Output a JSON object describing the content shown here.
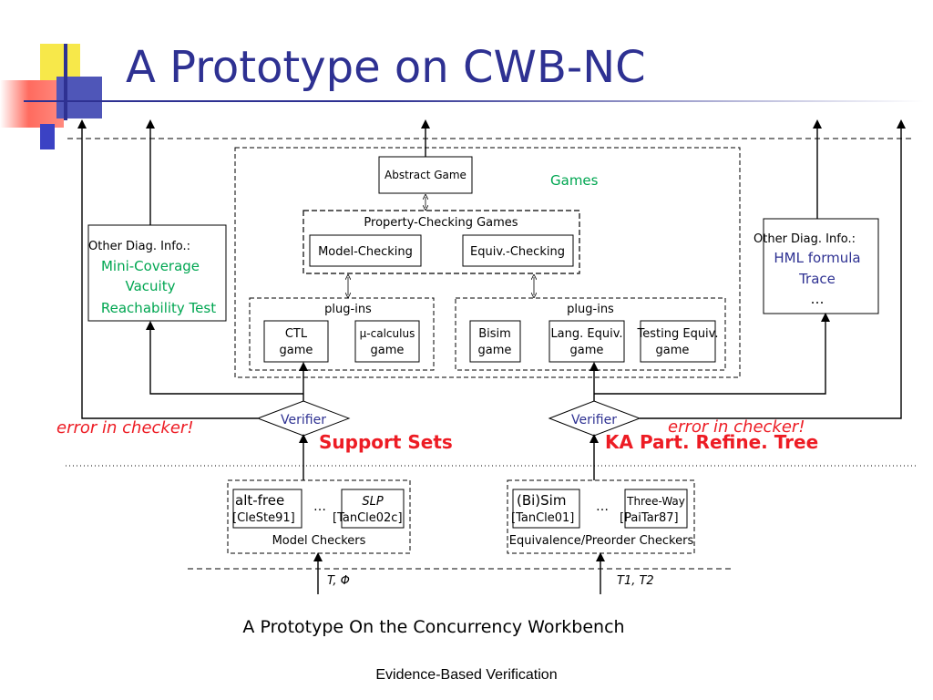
{
  "slide": {
    "title": "A Prototype on CWB-NC",
    "footer": "Evidence-Based Verification"
  },
  "diagram": {
    "abstract_game": "Abstract Game",
    "games_label": "Games",
    "property_checking_games": "Property-Checking Games",
    "model_checking": "Model-Checking",
    "equiv_checking": "Equiv.-Checking",
    "left_plugins": {
      "title": "plug-ins",
      "items": [
        {
          "line1": "CTL",
          "line2": "game"
        },
        {
          "line1": "μ-calculus",
          "line2": "game"
        }
      ]
    },
    "right_plugins": {
      "title": "plug-ins",
      "items": [
        {
          "line1": "Bisim",
          "line2": "game"
        },
        {
          "line1": "Lang. Equiv.",
          "line2": "game"
        },
        {
          "line1": "Testing Equiv.",
          "line2": "game"
        }
      ]
    },
    "left_diag": {
      "heading": "Other Diag. Info.:",
      "lines": [
        "Mini-Coverage",
        "Vacuity",
        "Reachability Test"
      ]
    },
    "right_diag": {
      "heading": "Other Diag. Info.:",
      "lines": [
        "HML formula",
        "Trace",
        "…"
      ]
    },
    "verifier_left": "Verifier",
    "verifier_right": "Verifier",
    "error_left": "error in checker!",
    "error_right": "error in checker!",
    "support_sets": "Support Sets",
    "ka_tree": "KA Part. Refine. Tree",
    "model_checkers": {
      "caption": "Model Checkers",
      "ellipsis": "…",
      "items": [
        {
          "name": "alt-free",
          "cite": "[CleSte91]"
        },
        {
          "name": "SLP",
          "cite": "[TanCle02c]"
        }
      ]
    },
    "equiv_checkers": {
      "caption": "Equivalence/Preorder Checkers",
      "ellipsis": "…",
      "items": [
        {
          "name": "(Bi)Sim",
          "cite": "[TanCle01]"
        },
        {
          "name": "Three-Way",
          "cite": "[PaiTar87]"
        }
      ]
    },
    "input_left": "T, Φ",
    "input_right": "T1, T2",
    "caption": "A Prototype On the Concurrency Workbench",
    "colors": {
      "title": "#2e3192",
      "green": "#00a651",
      "red": "#ed1c24",
      "line": "#000000"
    }
  }
}
